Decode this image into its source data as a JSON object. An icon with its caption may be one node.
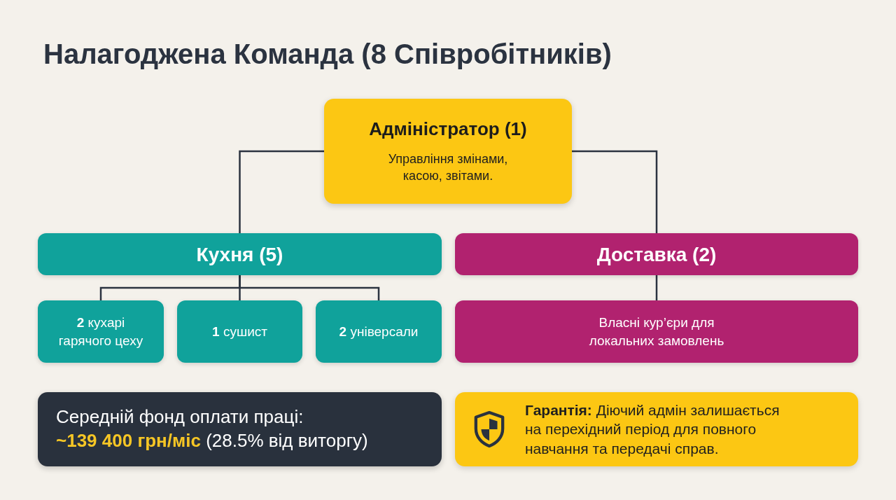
{
  "diagram": {
    "title": "Налагоджена Команда (8 Співробітників)",
    "nodes": [
      {
        "text": [
          "Адміністратор (1)",
          "Управління змінами, касою, звітами."
        ]
      },
      {
        "text": [
          "Кухня (5)"
        ]
      },
      {
        "text": [
          "Доставка (2)"
        ]
      },
      {
        "text": [
          "**2** кухарі гарячого цеху"
        ]
      },
      {
        "text": [
          "**1** сушист"
        ]
      },
      {
        "text": [
          "**2** універсали"
        ]
      },
      {
        "text": [
          "Власні кур’єри для локальних замовлень"
        ]
      },
      {
        "text": [
          "Середній фонд оплати праці:",
          "**~139 400 грн/міс** (28.5% від виторгу)"
        ]
      },
      {
        "text": [
          "**Гарантія:** Діючий адмін залишається на перехідний період для повного навчання та передачі справ."
        ]
      }
    ],
    "edges": [
      {
        "from": 0,
        "to": 1,
        "arrow": "none"
      },
      {
        "from": 0,
        "to": 2,
        "arrow": "none"
      },
      {
        "from": 1,
        "to": 3,
        "arrow": "none"
      },
      {
        "from": 1,
        "to": 4,
        "arrow": "none"
      },
      {
        "from": 1,
        "to": 5,
        "arrow": "none"
      },
      {
        "from": 2,
        "to": 6,
        "arrow": "none"
      }
    ]
  }
}
